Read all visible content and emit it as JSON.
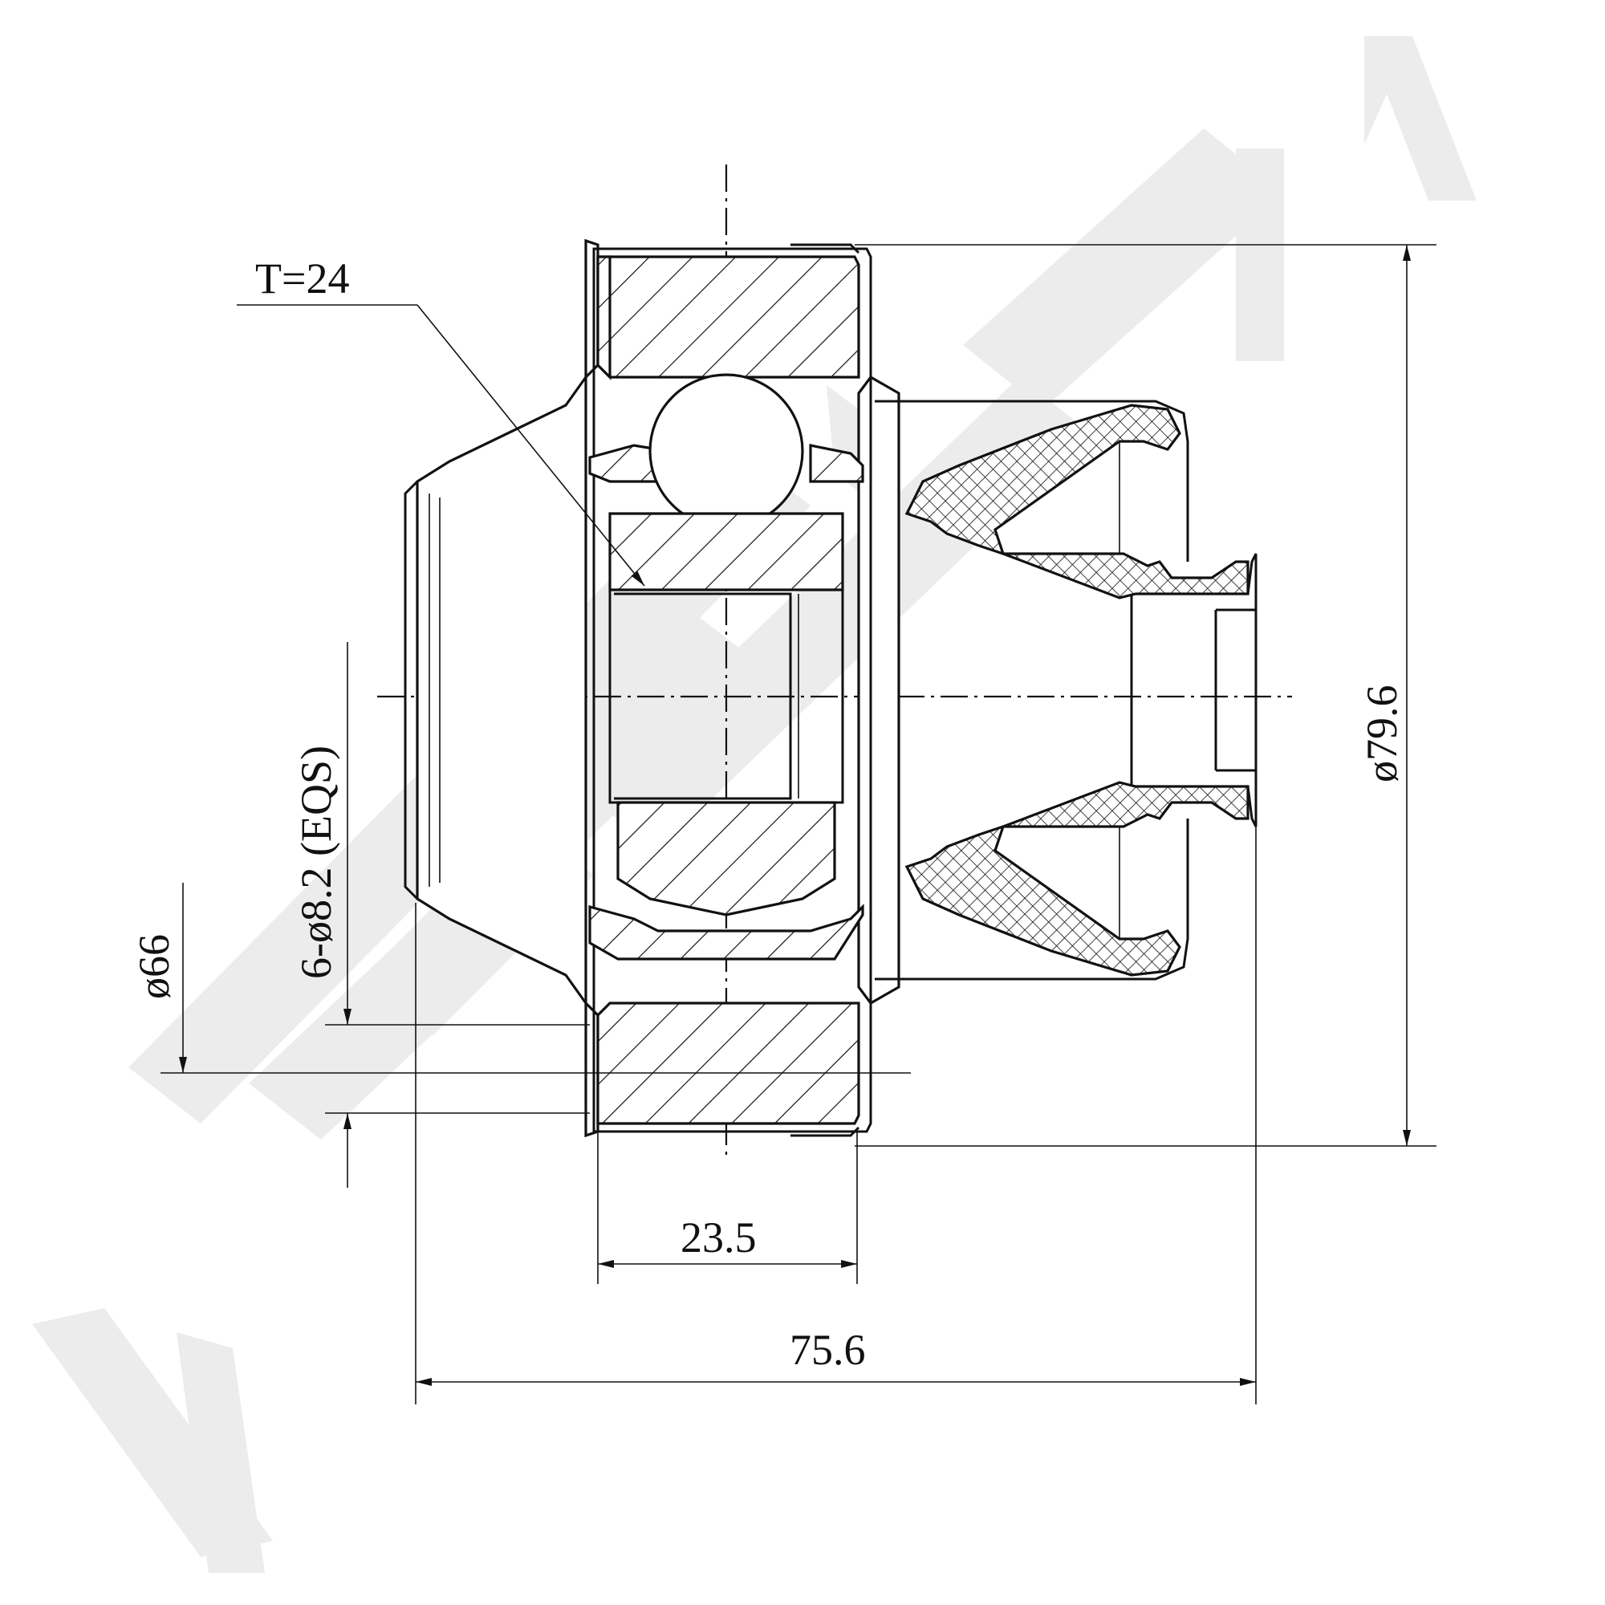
{
  "dimensions": {
    "teeth": "T=24",
    "outer_diameter": "ø79.6",
    "bore_diameter": "ø66",
    "bolt_holes": "6-ø8.2 (EQS)",
    "width": "23.5",
    "overall_length": "75.6"
  },
  "colors": {
    "line": "#111111",
    "watermark": "#ececec",
    "background": "#ffffff"
  }
}
